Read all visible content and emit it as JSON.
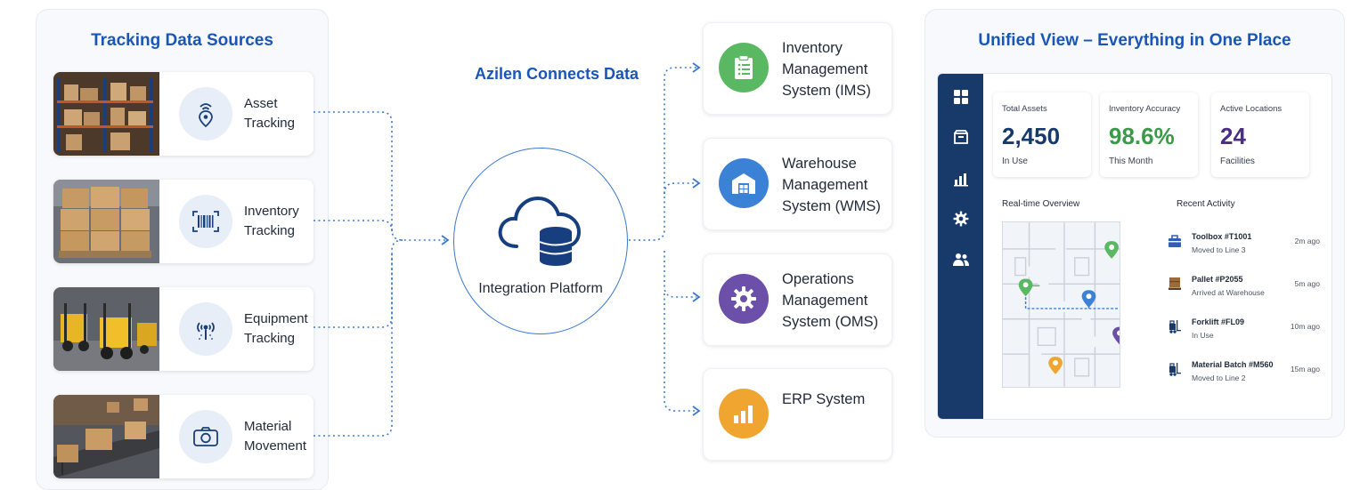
{
  "sources": {
    "title": "Tracking Data Sources",
    "items": [
      {
        "label": "Asset Tracking",
        "icon": "location-signal-icon"
      },
      {
        "label": "Inventory Tracking",
        "icon": "barcode-icon"
      },
      {
        "label": "Equipment Tracking",
        "icon": "sensor-icon"
      },
      {
        "label": "Material Movement",
        "icon": "camera-icon"
      }
    ]
  },
  "connector": {
    "title": "Azilen Connects Data",
    "platform_label": "Integration Platform",
    "platform_icon": "cloud-database-icon"
  },
  "systems": [
    {
      "label": "Inventory Management System (IMS)",
      "icon": "clipboard-icon",
      "color": "#5bb862"
    },
    {
      "label": "Warehouse Management System (WMS)",
      "icon": "warehouse-icon",
      "color": "#3b82d6"
    },
    {
      "label": "Operations Management System (OMS)",
      "icon": "gear-icon",
      "color": "#6b4fa8"
    },
    {
      "label": "ERP System",
      "icon": "bar-chart-icon",
      "color": "#f0a531"
    }
  ],
  "unified": {
    "title": "Unified View – Everything in One Place",
    "sidebar_icons": [
      "grid-icon",
      "box-icon",
      "chart-icon",
      "gear-icon",
      "users-icon"
    ],
    "kpis": [
      {
        "label": "Total Assets",
        "value": "2,450",
        "sub": "In Use",
        "color": "#173a6b"
      },
      {
        "label": "Inventory Accuracy",
        "value": "98.6%",
        "sub": "This Month",
        "color": "#3a9a4a"
      },
      {
        "label": "Active Locations",
        "value": "24",
        "sub": "Facilities",
        "color": "#4b2d86"
      }
    ],
    "overview_label": "Real-time Overview",
    "activity_label": "Recent Activity",
    "activity": [
      {
        "title": "Toolbox #T1001",
        "sub": "Moved to Line 3",
        "time": "2m ago",
        "icon": "toolbox-icon"
      },
      {
        "title": "Pallet #P2055",
        "sub": "Arrived at Warehouse",
        "time": "5m ago",
        "icon": "pallet-icon"
      },
      {
        "title": "Forklift #FL09",
        "sub": "In Use",
        "time": "10m ago",
        "icon": "forklift-icon"
      },
      {
        "title": "Material Batch #M560",
        "sub": "Moved to Line 2",
        "time": "15m ago",
        "icon": "forklift-icon"
      }
    ]
  },
  "colors": {
    "accent": "#1a56b8",
    "sidebar": "#173a6b",
    "connector_line": "#3b78d0"
  }
}
